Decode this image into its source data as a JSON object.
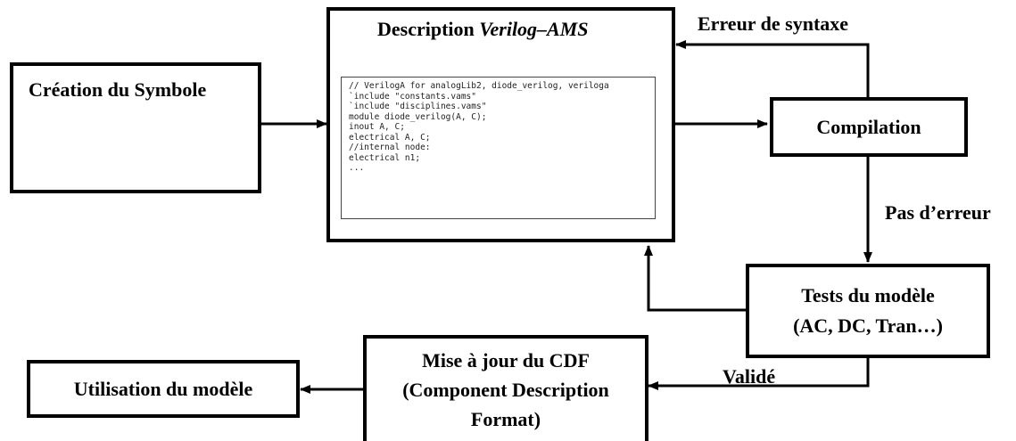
{
  "nodes": {
    "creation": {
      "label": "Création du Symbole"
    },
    "description": {
      "label_prefix": "Description ",
      "label_italic": "Verilog–AMS"
    },
    "compilation": {
      "label": "Compilation"
    },
    "tests": {
      "line1": "Tests du modèle",
      "line2": "(AC, DC, Tran…)"
    },
    "cdf": {
      "line1": "Mise à jour du CDF",
      "line2": "(Component Description",
      "line3": "Format)"
    },
    "utilisation": {
      "label": "Utilisation du modèle"
    }
  },
  "edges": {
    "erreur_syntaxe": "Erreur de syntaxe",
    "pas_erreur": "Pas d’erreur",
    "valide": "Validé"
  },
  "code_lines": [
    "// VerilogA for analogLib2, diode_verilog, veriloga",
    "",
    "`include \"constants.vams\"",
    "`include \"disciplines.vams\"",
    "",
    "module diode_verilog(A, C);",
    "inout A, C;",
    "electrical A, C;",
    "",
    "//internal node:",
    "electrical n1;",
    "..."
  ],
  "colors": {
    "line": "#000000",
    "background": "#ffffff",
    "code_text": "#222222"
  }
}
